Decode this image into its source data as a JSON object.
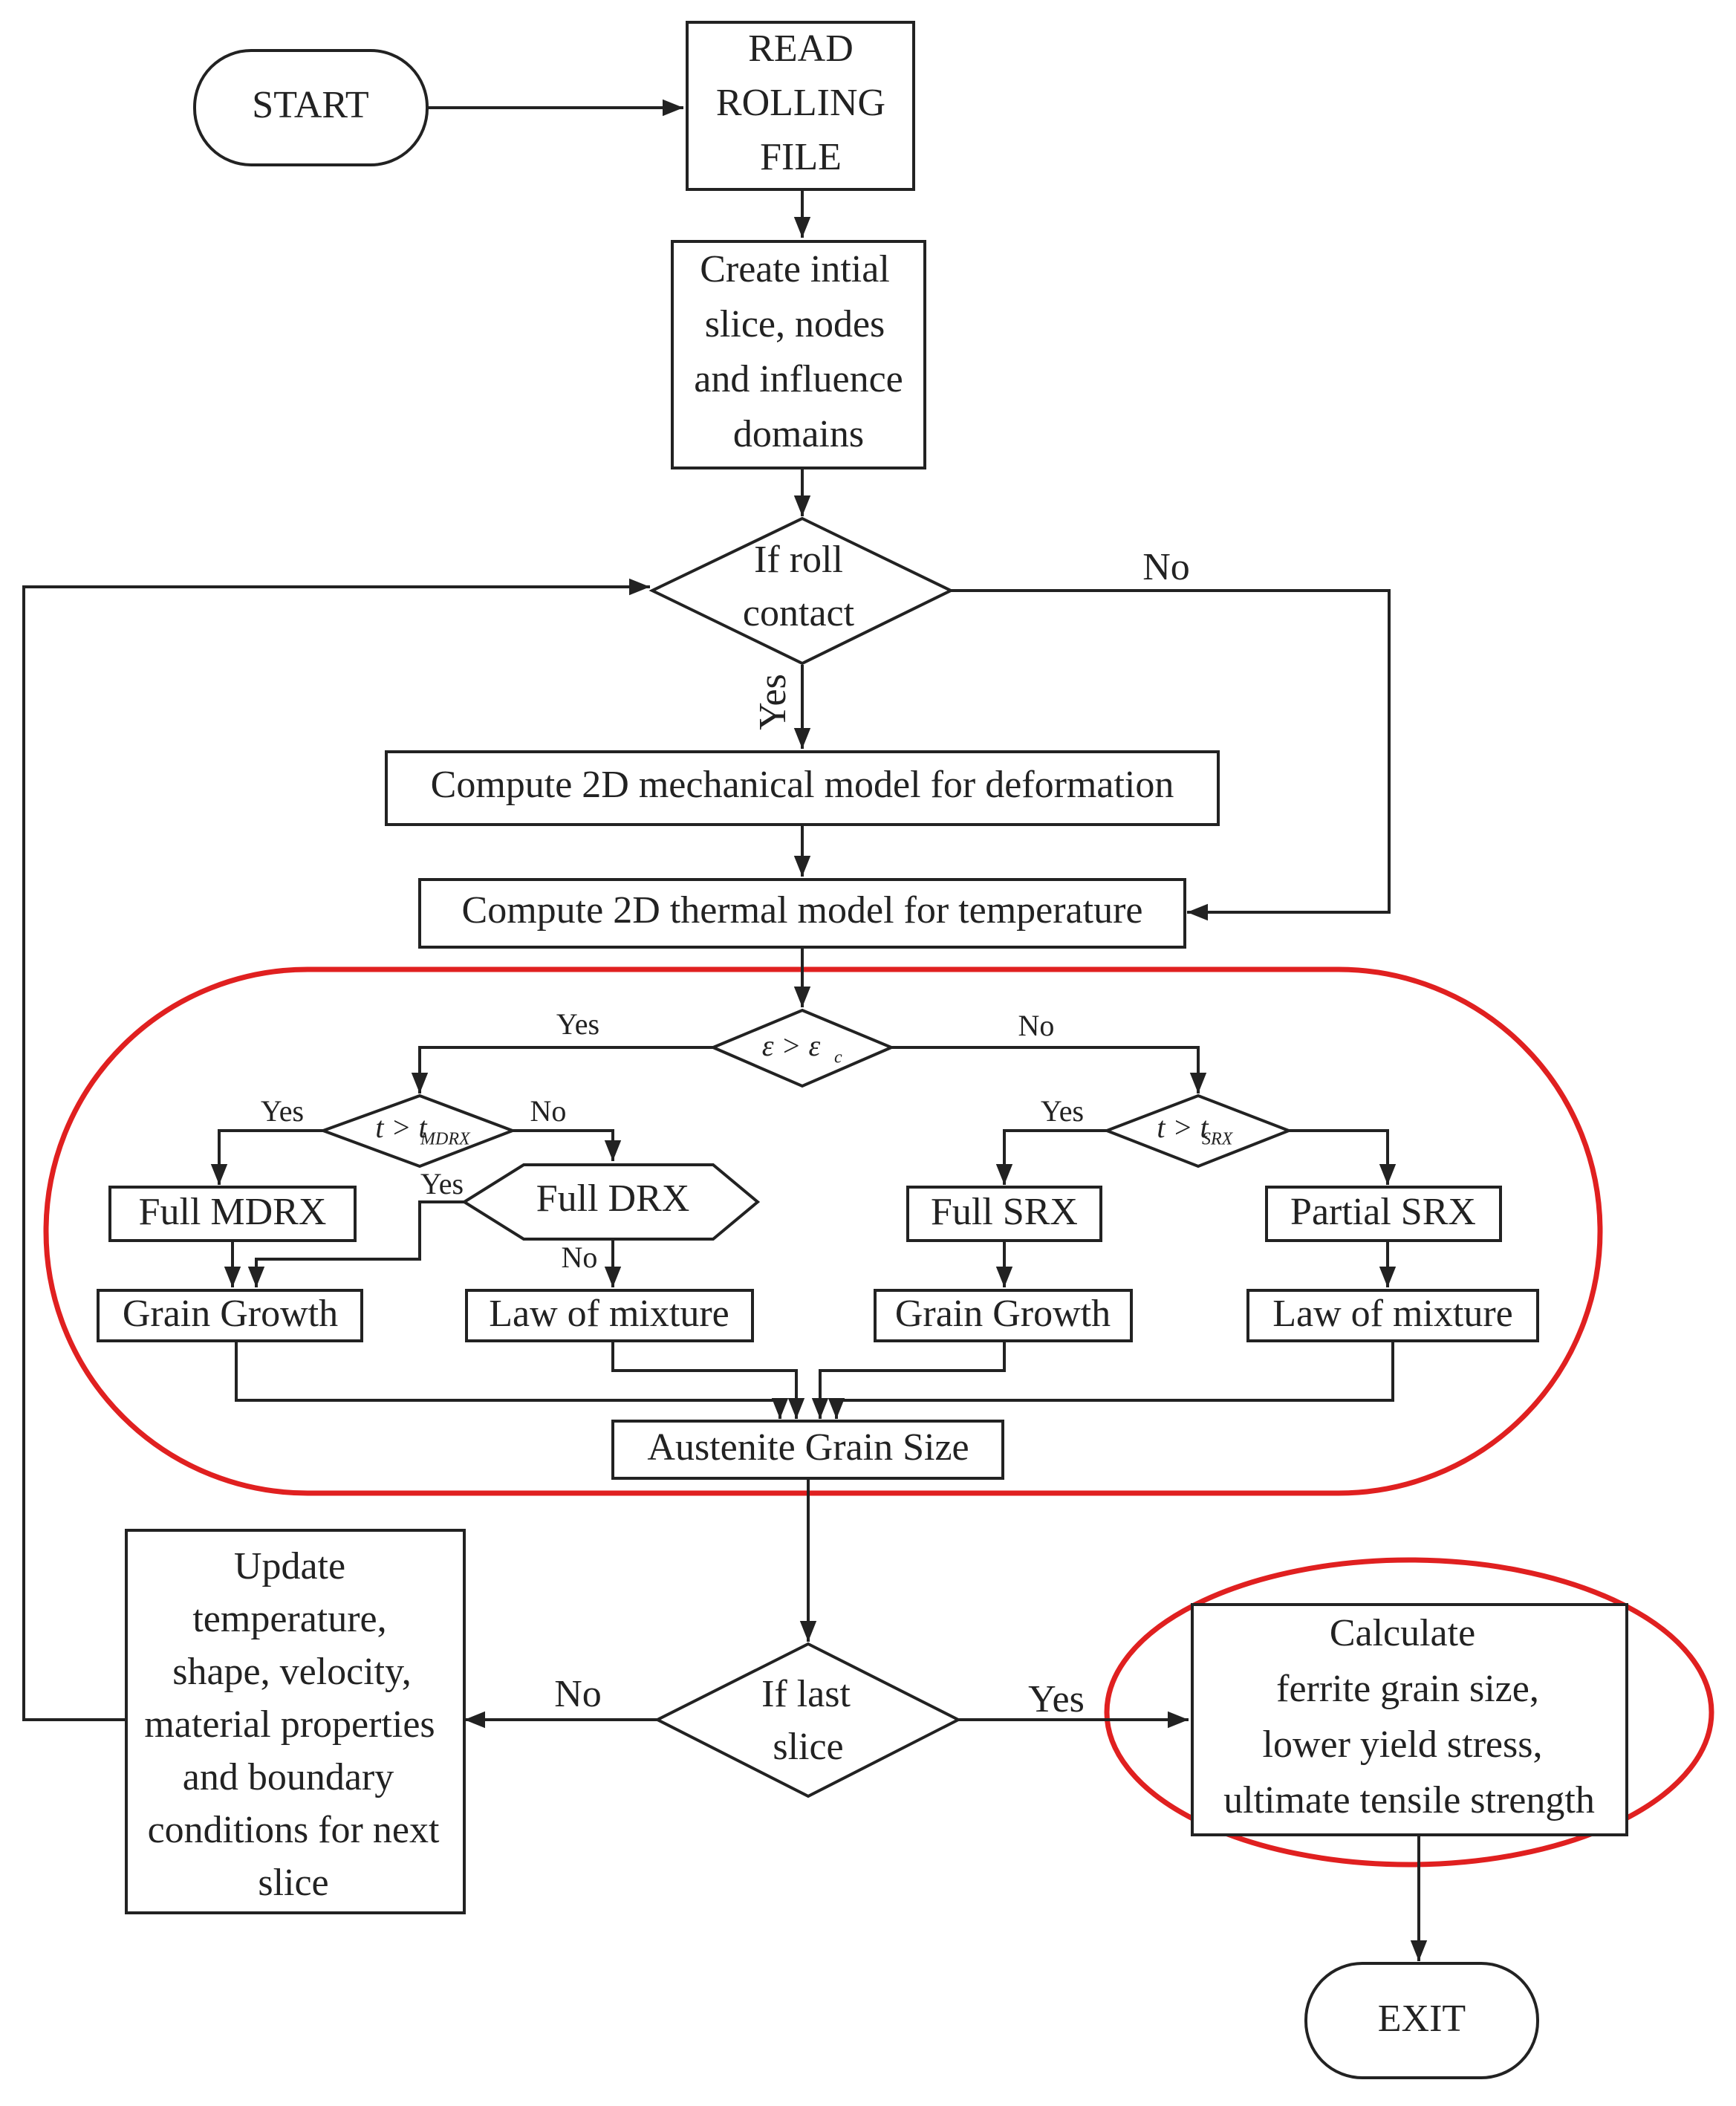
{
  "nodes": {
    "start": "START",
    "read": [
      "READ",
      "ROLLING",
      "FILE"
    ],
    "create": [
      "Create intial",
      "slice, nodes",
      "and influence",
      "domains"
    ],
    "roll_contact": [
      "If roll",
      "contact"
    ],
    "mech": "Compute 2D mechanical model for deformation",
    "thermal": "Compute 2D thermal model for temperature",
    "eps": {
      "base": "ε > ε",
      "sub": "c"
    },
    "t_mdrx": {
      "base": "t > t",
      "sub": "MDRX"
    },
    "t_srx": {
      "base": "t > t",
      "sub": "SRX"
    },
    "full_mdrx": "Full MDRX",
    "full_drx": "Full DRX",
    "full_srx": "Full SRX",
    "partial_srx": "Partial SRX",
    "grain_growth_1": "Grain Growth",
    "law_mixture_1": "Law of mixture",
    "grain_growth_2": "Grain Growth",
    "law_mixture_2": "Law of mixture",
    "austenite": "Austenite Grain Size",
    "last_slice": [
      "If last",
      "slice"
    ],
    "update": [
      "Update",
      "temperature,",
      "shape, velocity,",
      "material properties",
      "and boundary",
      "conditions for next",
      "slice"
    ],
    "calc": [
      "Calculate",
      "ferrite grain size,",
      "lower yield stress,",
      "ultimate tensile strength"
    ],
    "exit": "EXIT"
  },
  "labels": {
    "no_roll": "No",
    "yes_roll": "Yes",
    "yes_eps": "Yes",
    "no_eps": "No",
    "yes_mdrx": "Yes",
    "no_mdrx": "No",
    "yes_drx": "Yes",
    "no_drx": "No",
    "yes_srx": "Yes",
    "no_last": "No",
    "yes_last": "Yes"
  },
  "colors": {
    "line": "#222222",
    "highlight": "#e02020"
  }
}
